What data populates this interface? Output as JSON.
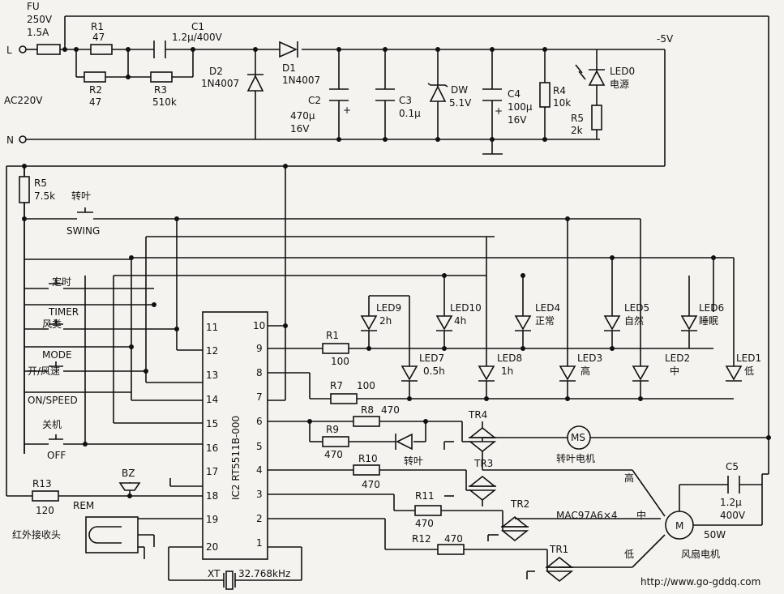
{
  "fuse": {
    "name": "FU",
    "rating1": "250V",
    "rating2": "1.5A"
  },
  "supply": {
    "live": "L",
    "neutral": "N",
    "ac": "AC220V",
    "rail": "-5V"
  },
  "r1": {
    "name": "R1",
    "value": "47"
  },
  "r2": {
    "name": "R2",
    "value": "47"
  },
  "r3": {
    "name": "R3",
    "value": "510k"
  },
  "c1": {
    "name": "C1",
    "value": "1.2μ/400V"
  },
  "d1": {
    "name": "D1",
    "part": "1N4007"
  },
  "d2": {
    "name": "D2",
    "part": "1N4007"
  },
  "c2": {
    "name": "C2",
    "value1": "470μ",
    "value2": "16V"
  },
  "c3": {
    "name": "C3",
    "value": "0.1μ"
  },
  "dw": {
    "name": "DW",
    "value": "5.1V"
  },
  "c4": {
    "name": "C4",
    "value1": "100μ",
    "value2": "16V"
  },
  "r4": {
    "name": "R4",
    "value": "10k"
  },
  "led0": {
    "name": "LED0",
    "label": "电源"
  },
  "r5top": {
    "name": "R5",
    "value": "2k"
  },
  "r5left": {
    "name": "R5",
    "value": "7.5k"
  },
  "switches": {
    "swing": {
      "cn": "转叶",
      "en": "SWING"
    },
    "timer": {
      "cn": "定时",
      "en": "TIMER"
    },
    "mode": {
      "cn": "风类",
      "en": "MODE"
    },
    "onspeed": {
      "cn": "开/风速",
      "en": "ON/SPEED"
    },
    "off": {
      "cn": "关机",
      "en": "OFF"
    }
  },
  "ic": {
    "label": "IC2  RT5511B-000",
    "pins_left": [
      "11",
      "12",
      "13",
      "14",
      "15",
      "16",
      "17",
      "18",
      "19",
      "20"
    ],
    "pins_right": [
      "10",
      "9",
      "8",
      "7",
      "6",
      "5",
      "4",
      "3",
      "2",
      "1"
    ]
  },
  "leds_top": [
    {
      "name": "LED9",
      "label": "2h"
    },
    {
      "name": "LED10",
      "label": "4h"
    },
    {
      "name": "LED4",
      "label": "正常"
    },
    {
      "name": "LED5",
      "label": "自然"
    },
    {
      "name": "LED6",
      "label": "睡眠"
    }
  ],
  "leds_bottom": [
    {
      "name": "LED7",
      "label": "0.5h"
    },
    {
      "name": "LED8",
      "label": "1h"
    },
    {
      "name": "LED3",
      "label": "高"
    },
    {
      "name": "LED2",
      "label": "中"
    },
    {
      "name": "LED1",
      "label": "低"
    }
  ],
  "r1b": {
    "name": "R1",
    "value": "100"
  },
  "r7": {
    "name": "R7",
    "value": "100"
  },
  "r8": {
    "name": "R8",
    "value": "470"
  },
  "r9": {
    "name": "R9",
    "value": "470"
  },
  "r10": {
    "name": "R10",
    "value": "470"
  },
  "r11": {
    "name": "R11",
    "value": "470"
  },
  "r12": {
    "name": "R12",
    "value": "470"
  },
  "r13": {
    "name": "R13",
    "value": "120"
  },
  "swing_led_label": "转叶",
  "triacs": {
    "tr4": "TR4",
    "tr3": "TR3",
    "tr2": "TR2",
    "tr1": "TR1",
    "part": "MAC97A6×4"
  },
  "swing_motor": {
    "symbol": "MS",
    "label": "转叶电机"
  },
  "fan_motor": {
    "symbol": "M",
    "power": "50W",
    "label": "风扇电机"
  },
  "c5": {
    "name": "C5",
    "value1": "1.2μ",
    "value2": "400V"
  },
  "speeds": {
    "high": "高",
    "mid": "中",
    "low": "低"
  },
  "bz": "BZ",
  "rem": "REM",
  "ir": "红外接收头",
  "xt": {
    "name": "XT",
    "freq": "32.768kHz"
  },
  "url": "http://www.go-gddq.com"
}
